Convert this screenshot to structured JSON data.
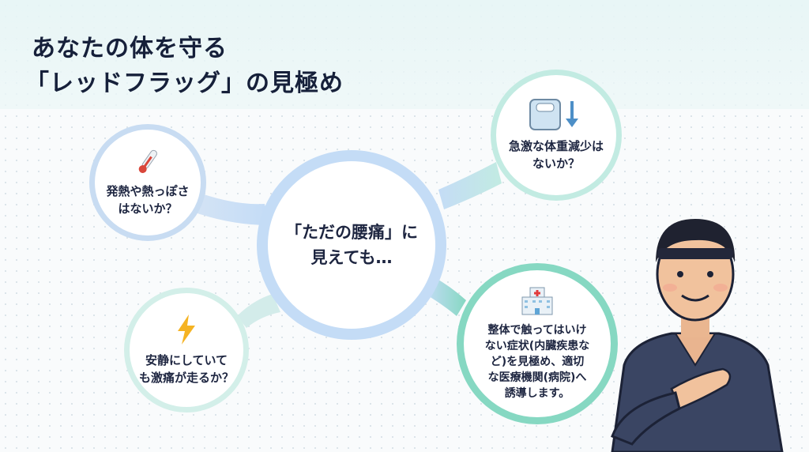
{
  "title": {
    "line1": "あなたの体を守る",
    "line2": "「レッドフラッグ」の見極め"
  },
  "center": {
    "line1": "「ただの腰痛」に",
    "line2": "見えても…"
  },
  "nodes": {
    "fever": {
      "icon": "thermometer-icon",
      "line1": "発熱や熱っぽさ",
      "line2": "はないか？"
    },
    "pain": {
      "icon": "lightning-icon",
      "line1": "安静にしていて",
      "line2": "も激痛が走るか？"
    },
    "weight": {
      "icon": "scale-down-icon",
      "line1": "急激な体重減少は",
      "line2": "ないか？"
    },
    "referral": {
      "icon": "hospital-icon",
      "lines": [
        "整体で触ってはいけ",
        "ない症状(内臓疾患な",
        "ど)を見極め、適切",
        "な医療機関(病院)へ",
        "誘導します。"
      ]
    }
  },
  "colors": {
    "title": "#16203a",
    "center_ring": "#c4dcf6",
    "accent_teal": "#86d8c2"
  }
}
